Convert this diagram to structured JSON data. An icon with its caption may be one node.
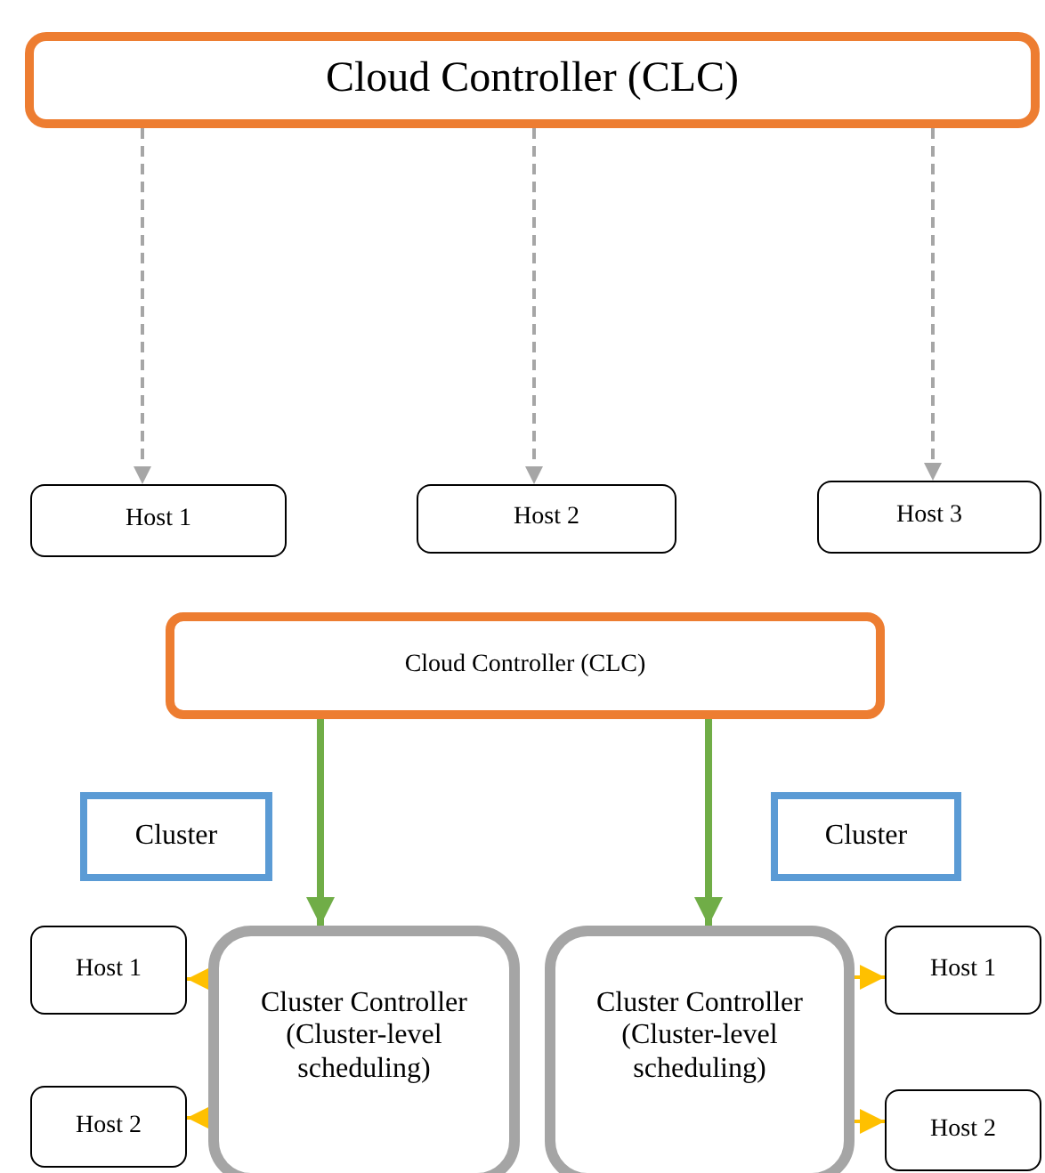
{
  "diagram": {
    "nodes": [
      {
        "text": [
          "Cloud Controller (CLC)"
        ]
      },
      {
        "text": [
          "Host 1"
        ]
      },
      {
        "text": [
          "Host 2"
        ]
      },
      {
        "text": [
          "Host 3"
        ]
      },
      {
        "text": [
          "Cloud Controller (CLC)"
        ]
      },
      {
        "text": [
          "Cluster"
        ]
      },
      {
        "text": [
          "Cluster"
        ]
      },
      {
        "text": [
          "Cluster Controller (Cluster-level scheduling)"
        ]
      },
      {
        "text": [
          "Cluster Controller (Cluster-level scheduling)"
        ]
      },
      {
        "text": [
          "Host 1"
        ]
      },
      {
        "text": [
          "Host 2"
        ]
      },
      {
        "text": [
          "Host 1"
        ]
      },
      {
        "text": [
          "Host 2"
        ]
      }
    ],
    "edges": [
      {
        "from": 0,
        "to": 1,
        "arrow": "to",
        "style": "dashed",
        "color": "#a6a6a6"
      },
      {
        "from": 0,
        "to": 2,
        "arrow": "to",
        "style": "dashed",
        "color": "#a6a6a6"
      },
      {
        "from": 0,
        "to": 3,
        "arrow": "to",
        "style": "dashed",
        "color": "#a6a6a6"
      },
      {
        "from": 4,
        "to": 7,
        "arrow": "to",
        "style": "thick",
        "color": "#70ad47"
      },
      {
        "from": 4,
        "to": 8,
        "arrow": "to",
        "style": "thick",
        "color": "#70ad47"
      },
      {
        "from": 7,
        "to": 9,
        "arrow": "to",
        "color": "#ffc000"
      },
      {
        "from": 7,
        "to": 10,
        "arrow": "to",
        "color": "#ffc000"
      },
      {
        "from": 8,
        "to": 11,
        "arrow": "to",
        "color": "#ffc000"
      },
      {
        "from": 8,
        "to": 12,
        "arrow": "to",
        "color": "#ffc000"
      }
    ]
  }
}
